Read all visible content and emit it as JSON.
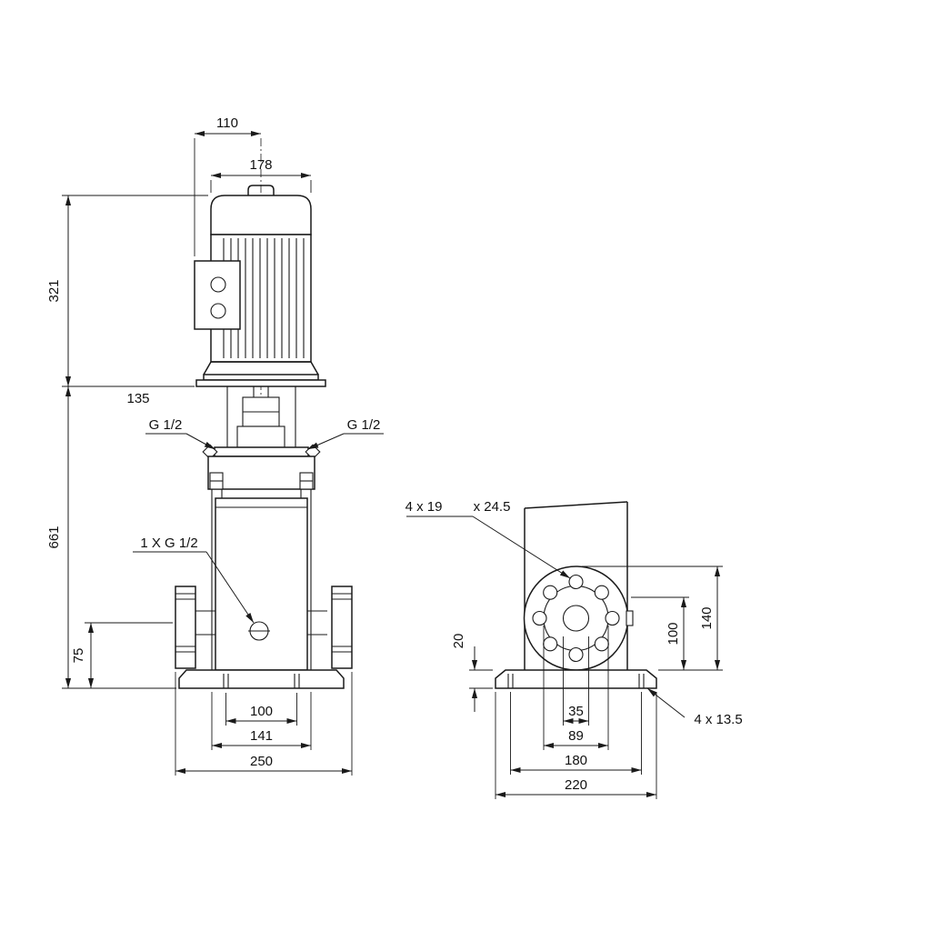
{
  "drawing_type": "pump-outline-dimensional-drawing",
  "colors": {
    "line": "#1a1a1a",
    "background": "#ffffff"
  },
  "front_view": {
    "dims": {
      "terminal_box_depth": "110",
      "motor_diameter": "178",
      "motor_length": "321",
      "head_offset": "135",
      "pump_length": "661",
      "port_height": "75",
      "base_hole_span": "100",
      "chamber_span": "141",
      "port_to_port": "250"
    },
    "labels": {
      "vent_left": "G 1/2",
      "vent_right": "G 1/2",
      "drain": "1 X G 1/2"
    }
  },
  "side_view": {
    "dims": {
      "base_plate_thickness": "20",
      "port_center_height": "100",
      "flange_top_height": "140",
      "port_bore": "35",
      "raised_face": "89",
      "base_hole_spacing": "180",
      "base_width": "220"
    },
    "labels": {
      "flange_holes": "4 x 19",
      "flange_holes_counterbore": "x 24.5",
      "base_holes": "4 x 13.5"
    }
  }
}
